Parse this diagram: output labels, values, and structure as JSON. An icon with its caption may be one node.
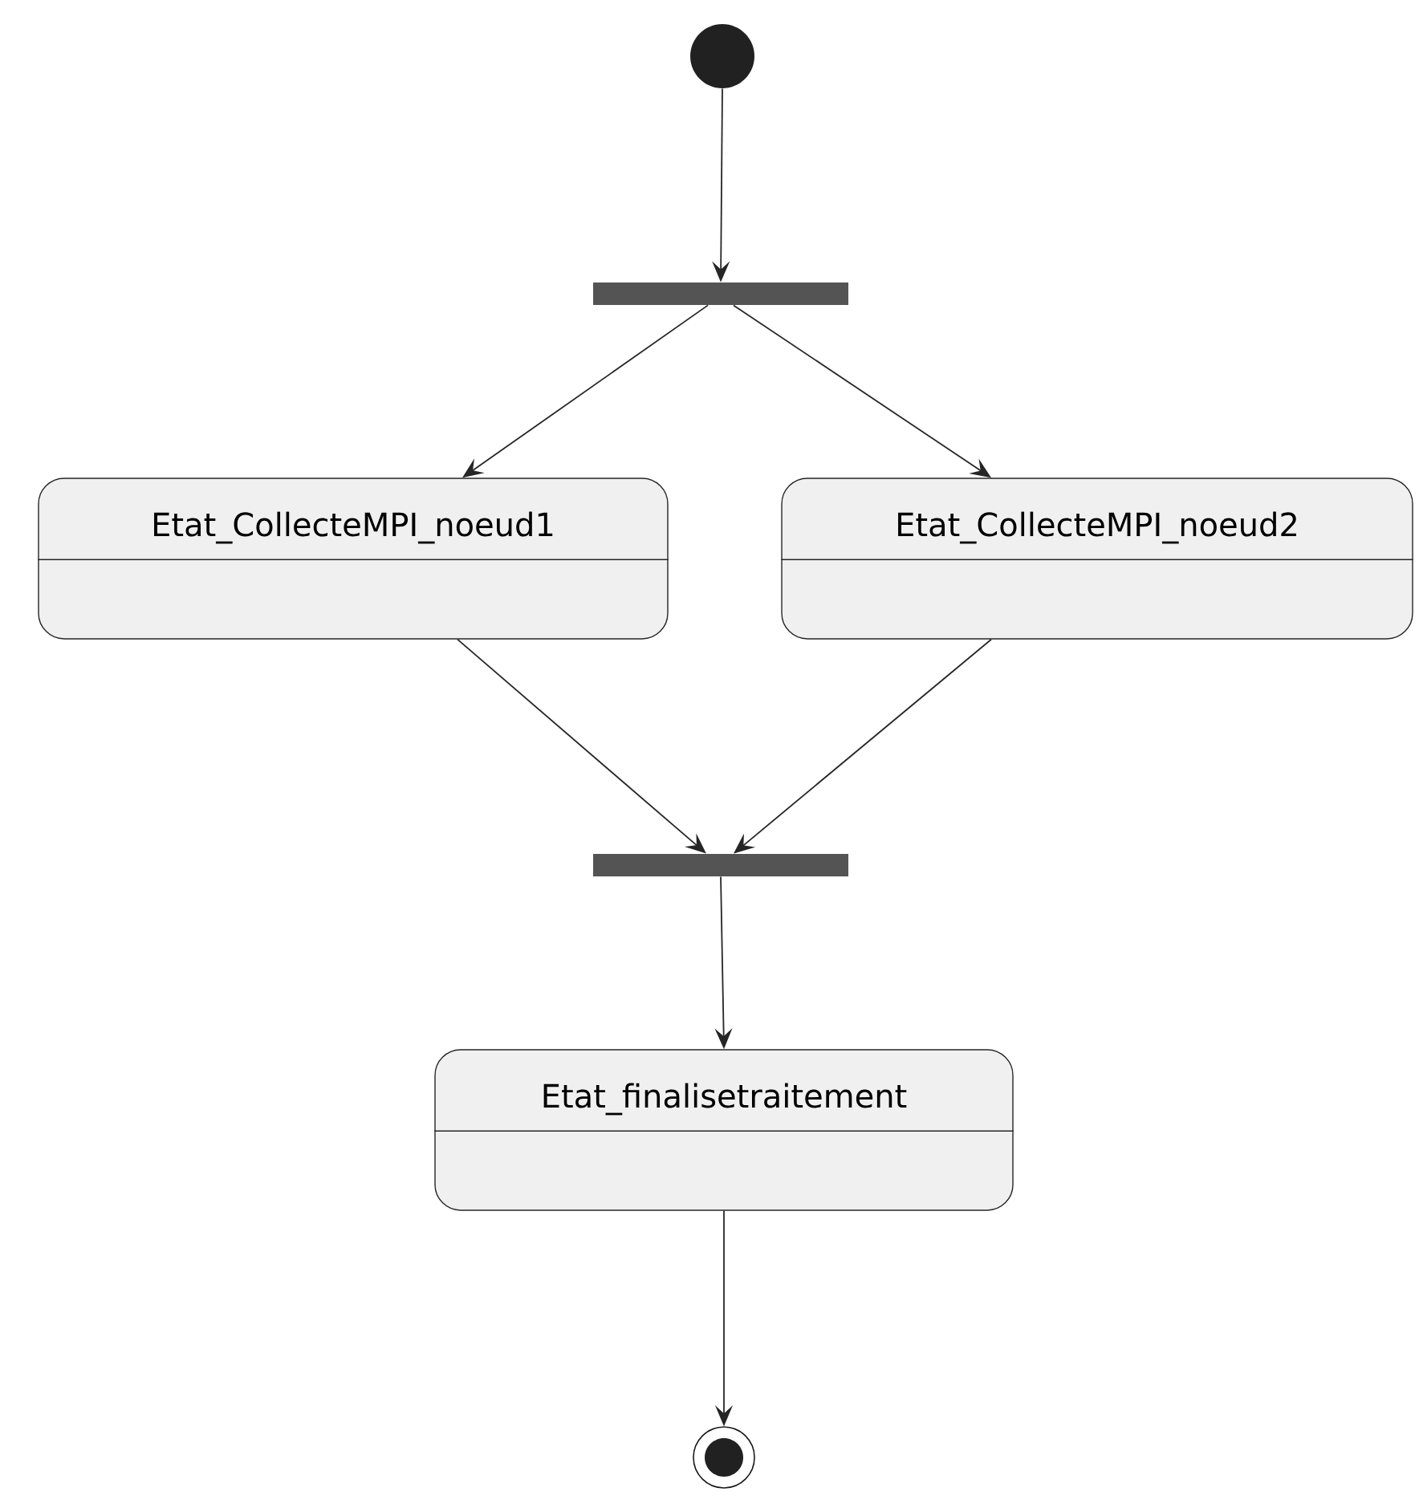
{
  "diagram": {
    "nodes": [
      {
        "text": [],
        "shape": "circle"
      },
      {
        "text": [],
        "shape": "bar"
      },
      {
        "text": [
          "Etat_CollecteMPI_noeud1"
        ]
      },
      {
        "text": [
          "Etat_CollecteMPI_noeud2"
        ]
      },
      {
        "text": [],
        "shape": "bar"
      },
      {
        "text": [
          "Etat_finalisetraitement"
        ]
      },
      {
        "text": [],
        "shape": "bullseye"
      }
    ],
    "edges": [
      {
        "from": 0,
        "to": 1,
        "arrow": "to"
      },
      {
        "from": 1,
        "to": 2,
        "arrow": "to"
      },
      {
        "from": 1,
        "to": 3,
        "arrow": "to"
      },
      {
        "from": 2,
        "to": 4,
        "arrow": "to"
      },
      {
        "from": 3,
        "to": 4,
        "arrow": "to"
      },
      {
        "from": 4,
        "to": 5,
        "arrow": "to"
      },
      {
        "from": 5,
        "to": 6,
        "arrow": "to"
      }
    ]
  }
}
